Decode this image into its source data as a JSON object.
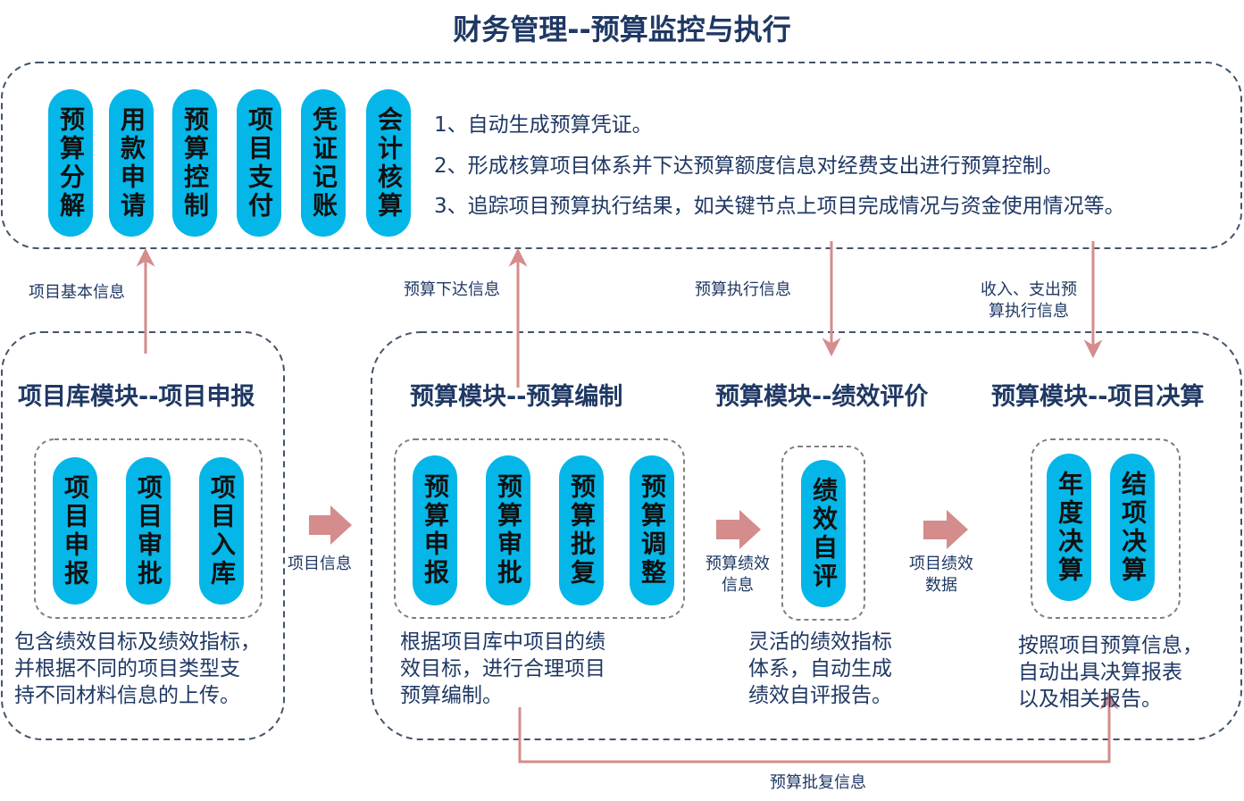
{
  "title": "财务管理--预算监控与执行",
  "colors": {
    "pill": "#05b7e8",
    "border": "#44546a",
    "arrow": "#d48c8c",
    "text": "#1f3864"
  },
  "top_panel": {
    "pills": [
      "预算分解",
      "用款申请",
      "预算控制",
      "项目支付",
      "凭证记账",
      "会计核算"
    ],
    "items": [
      "1、自动生成预算凭证。",
      "2、形成核算项目体系并下达预算额度信息对经费支出进行预算控制。",
      "3、追踪项目预算执行结果，如关键节点上项目完成情况与资金使用情况等。"
    ]
  },
  "flows": {
    "project_basic_info": "项目基本信息",
    "budget_issue_info": "预算下达信息",
    "budget_exec_info": "预算执行信息",
    "income_exec_info_1": "收入、支出预",
    "income_exec_info_2": "算执行信息",
    "project_info": "项目信息",
    "budget_perf_info_1": "预算绩效",
    "budget_perf_info_2": "信息",
    "project_perf_data_1": "项目绩效",
    "project_perf_data_2": "数据",
    "budget_approval_info": "预算批复信息"
  },
  "project_module": {
    "title": "项目库模块--项目申报",
    "pills": [
      "项目申报",
      "项目审批",
      "项目入库"
    ],
    "desc": [
      "包含绩效目标及绩效指标，",
      "并根据不同的项目类型支",
      "持不同材料信息的上传。"
    ]
  },
  "budget_prep": {
    "title": "预算模块--预算编制",
    "pills": [
      "预算申报",
      "预算审批",
      "预算批复",
      "预算调整"
    ],
    "desc": [
      "根据项目库中项目的绩",
      "效目标，进行合理项目",
      "预算编制。"
    ]
  },
  "performance": {
    "title": "预算模块--绩效评价",
    "pills": [
      "绩效自评"
    ],
    "desc": [
      "灵活的绩效指标",
      "体系，自动生成",
      "绩效自评报告。"
    ]
  },
  "final_accounts": {
    "title": "预算模块--项目决算",
    "pills": [
      "年度决算",
      "结项决算"
    ],
    "desc": [
      "按照项目预算信息，",
      "自动出具决算报表",
      "以及相关报告。"
    ]
  }
}
